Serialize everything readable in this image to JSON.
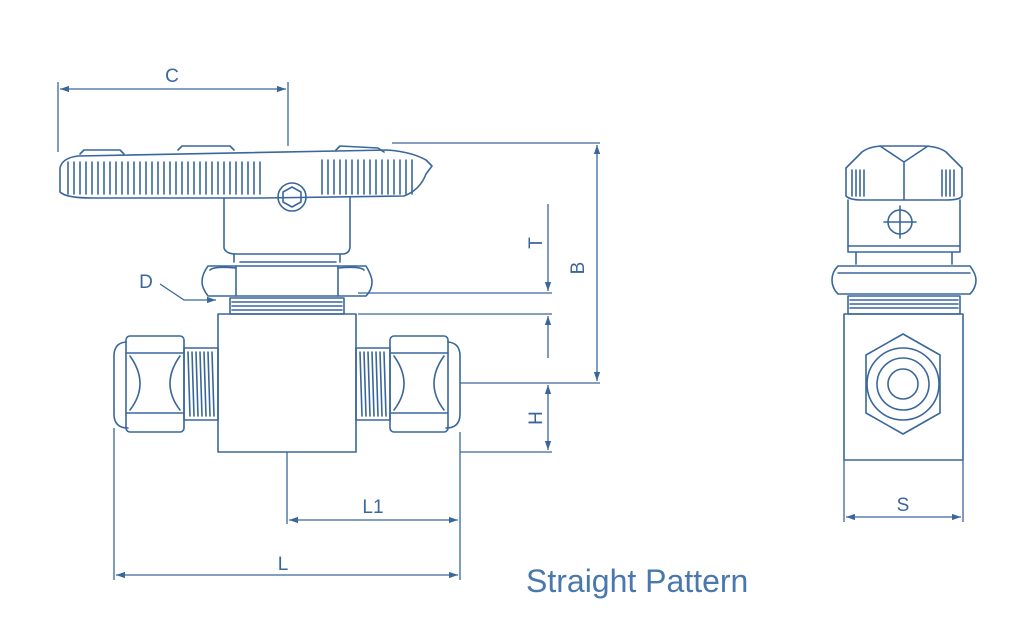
{
  "labels": {
    "C": "C",
    "D": "D",
    "T": "T",
    "B": "B",
    "H": "H",
    "L1": "L1",
    "L": "L",
    "S": "S"
  },
  "caption": "Straight Pattern",
  "colors": {
    "line": "#3a679b",
    "caption": "#4a78ad"
  }
}
